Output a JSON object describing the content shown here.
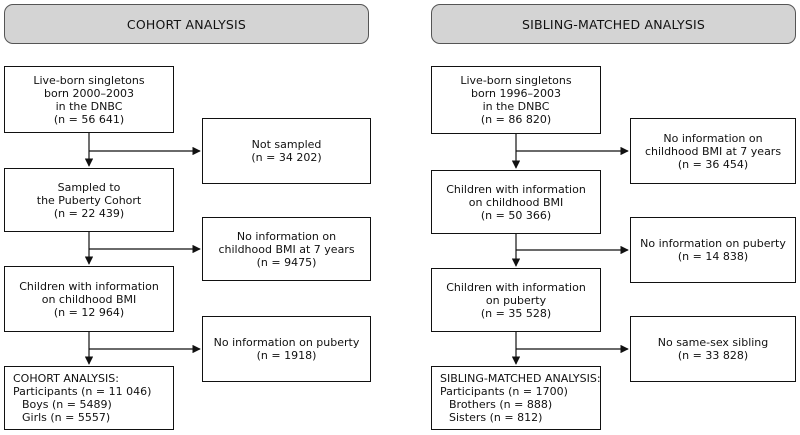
{
  "cohort": {
    "header": "COHORT ANALYSIS",
    "main": [
      {
        "lines": [
          "Live-born singletons",
          "born 2000–2003",
          "in the DNBC",
          "(n = 56 641)"
        ]
      },
      {
        "lines": [
          "Sampled to",
          "the Puberty Cohort",
          "(n = 22 439)"
        ]
      },
      {
        "lines": [
          "Children with information",
          "on childhood BMI",
          "(n = 12 964)"
        ]
      },
      {
        "lines": [
          "COHORT ANALYSIS:",
          "Participants (n = 11 046)",
          "Boys (n = 5489)",
          "Girls (n = 5557)"
        ]
      }
    ],
    "exclusions": [
      {
        "lines": [
          "Not sampled",
          "(n = 34 202)"
        ]
      },
      {
        "lines": [
          "No information on",
          "childhood BMI at 7 years",
          "(n = 9475)"
        ]
      },
      {
        "lines": [
          "No information on puberty",
          "(n = 1918)"
        ]
      }
    ]
  },
  "sibling": {
    "header": "SIBLING-MATCHED ANALYSIS",
    "main": [
      {
        "lines": [
          "Live-born singletons",
          "born 1996–2003",
          "in the DNBC",
          "(n = 86 820)"
        ]
      },
      {
        "lines": [
          "Children with information",
          "on childhood BMI",
          "(n = 50 366)"
        ]
      },
      {
        "lines": [
          "Children with information",
          "on puberty",
          "(n = 35 528)"
        ]
      },
      {
        "lines": [
          "SIBLING-MATCHED ANALYSIS:",
          "Participants (n = 1700)",
          "Brothers (n = 888)",
          "Sisters (n = 812)"
        ]
      }
    ],
    "exclusions": [
      {
        "lines": [
          "No information on",
          "childhood BMI at 7 years",
          "(n = 36 454)"
        ]
      },
      {
        "lines": [
          "No information on puberty",
          "(n = 14 838)"
        ]
      },
      {
        "lines": [
          "No same-sex sibling",
          "(n = 33 828)"
        ]
      }
    ]
  },
  "colors": {
    "header_bg": "#d4d4d4",
    "line": "#111111"
  }
}
